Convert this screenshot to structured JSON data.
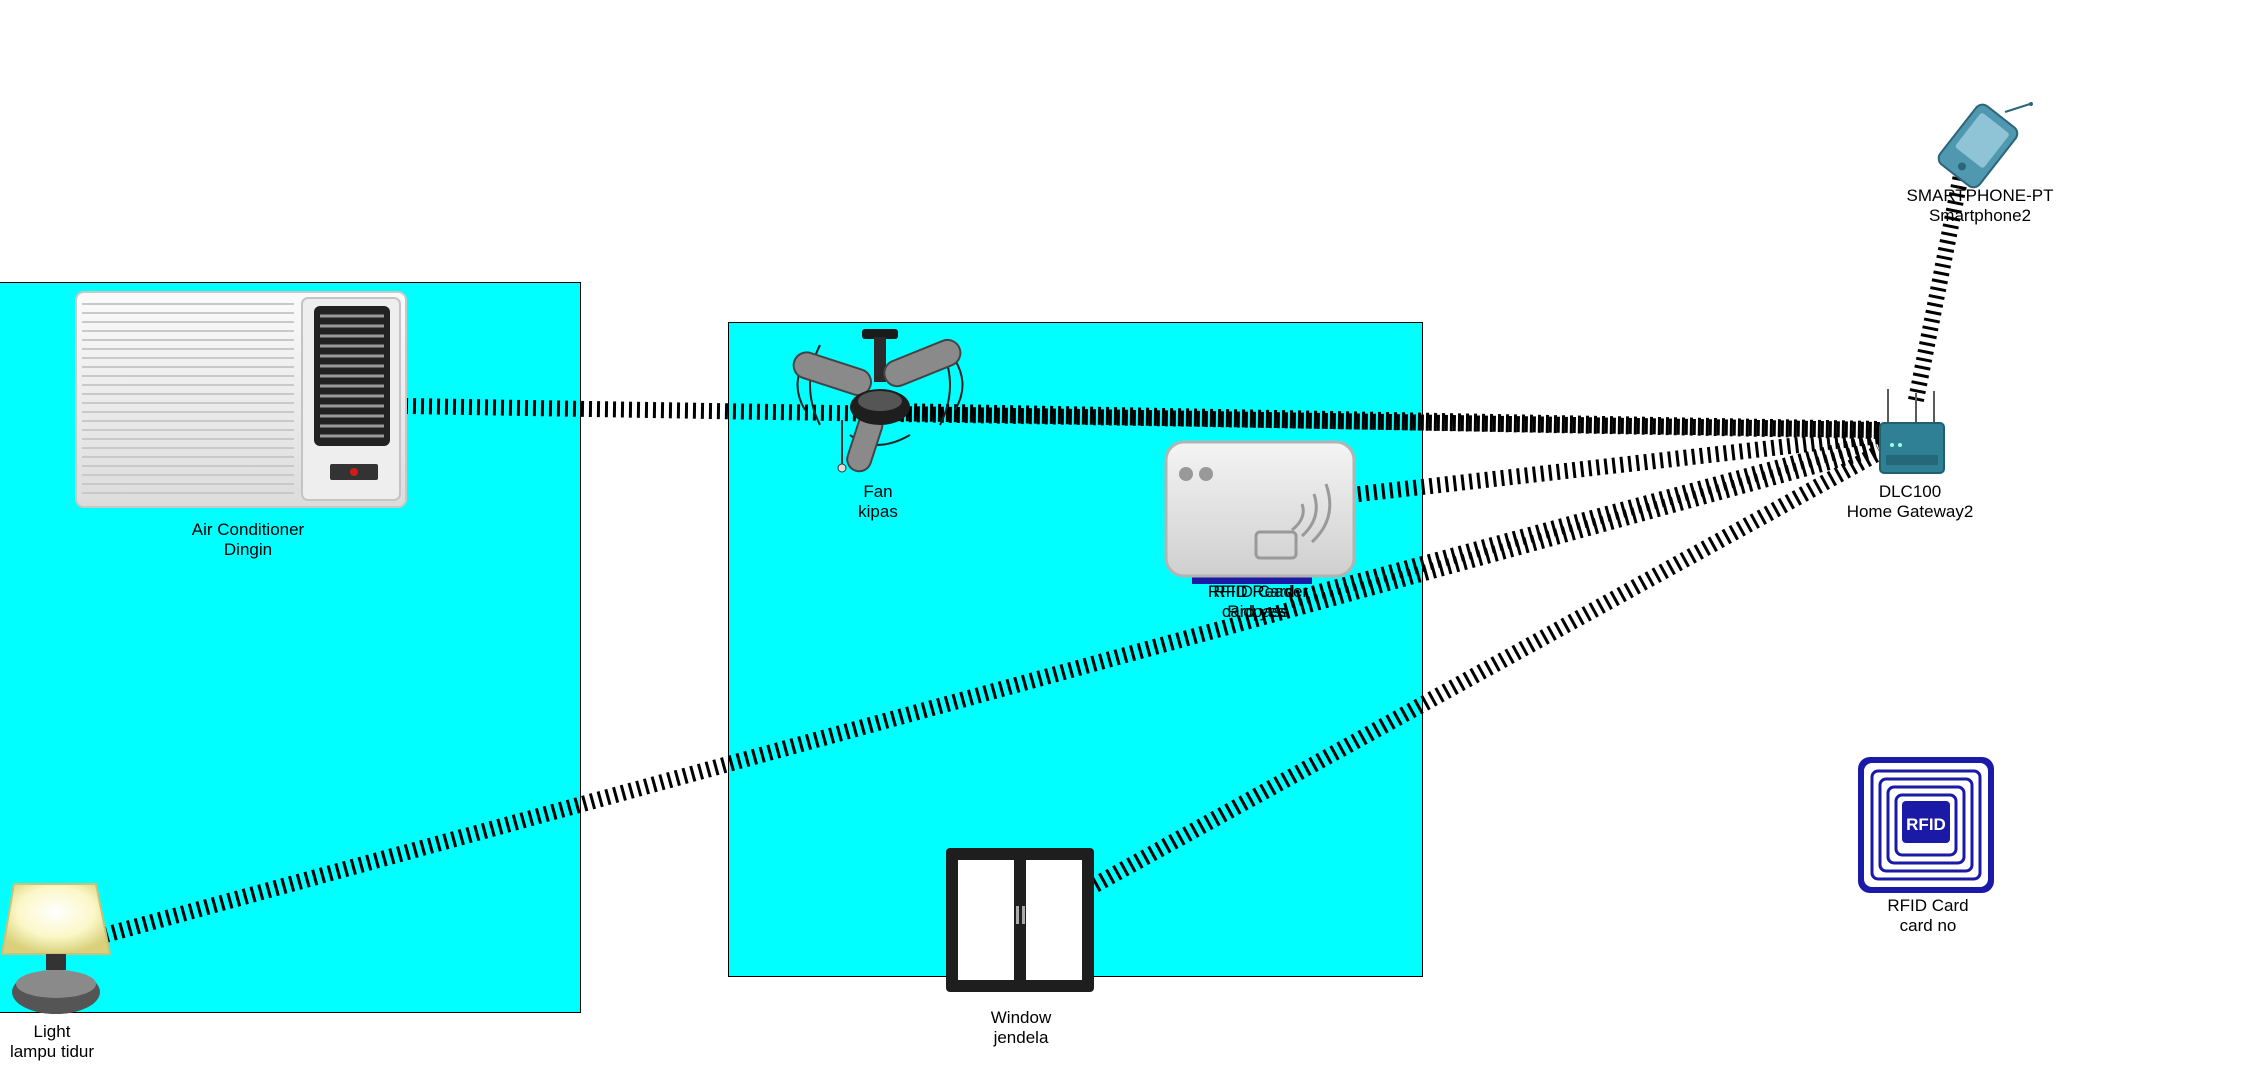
{
  "devices": {
    "air_conditioner": {
      "type": "Air Conditioner",
      "name": "Dingin",
      "icon": "air-conditioner-icon"
    },
    "fan": {
      "type": "Fan",
      "name": "kipas",
      "icon": "ceiling-fan-icon"
    },
    "rfid_reader": {
      "type": "RFID Reader",
      "name": "Ridpass",
      "icon": "rfid-reader-icon"
    },
    "rfid_card_overlap": {
      "type": "RFID Card",
      "name": "card yes",
      "icon": "rfid-card-icon"
    },
    "gateway": {
      "type": "DLC100",
      "name": "Home Gateway2",
      "icon": "home-gateway-icon"
    },
    "smartphone": {
      "type": "SMARTPHONE-PT",
      "name": "Smartphone2",
      "icon": "smartphone-icon"
    },
    "light": {
      "type": "Light",
      "name": "lampu tidur",
      "icon": "lamp-icon"
    },
    "window": {
      "type": "Window",
      "name": "jendela",
      "icon": "window-icon"
    },
    "rfid_card": {
      "type": "RFID Card",
      "name": "card no",
      "badge": "RFID",
      "icon": "rfid-card-icon"
    }
  },
  "colors": {
    "room": "#00ffff",
    "link": "#000000",
    "rfid_blue": "#1a1aa6",
    "gateway_teal": "#2f7f95"
  }
}
